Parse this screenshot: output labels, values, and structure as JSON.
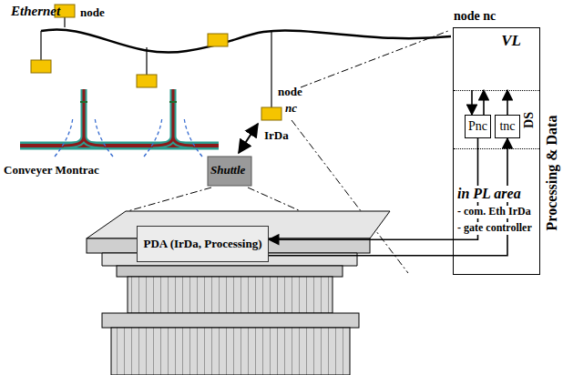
{
  "diagram": {
    "nodes": [
      {
        "text": [
          "node nc"
        ]
      },
      {
        "text": [
          "VL"
        ],
        "in": 0
      },
      {
        "text": [
          "DS"
        ],
        "in": 0
      },
      {
        "text": [
          "Pnc"
        ],
        "in": 2
      },
      {
        "text": [
          "tnc"
        ],
        "in": 2
      },
      {
        "text": [
          "in PL area",
          "- com. Eth IrDa",
          "- gate controller"
        ],
        "in": 0
      },
      {
        "text": [
          "PDA (IrDa, Processing)"
        ]
      }
    ],
    "edges": [
      {
        "from": 1,
        "to": 3,
        "arrow": "to"
      },
      {
        "from": 3,
        "to": 1,
        "arrow": "to"
      },
      {
        "from": 4,
        "to": 1,
        "arrow": "to"
      },
      {
        "from": 3,
        "to": 6,
        "arrow": "to"
      },
      {
        "from": 6,
        "to": 4,
        "arrow": "to"
      }
    ],
    "labels": [
      "Ethernet",
      "node",
      "node",
      "nc",
      "IrDa",
      "Conveyer Montrac",
      "Shuttle",
      "Processing & Data"
    ]
  }
}
